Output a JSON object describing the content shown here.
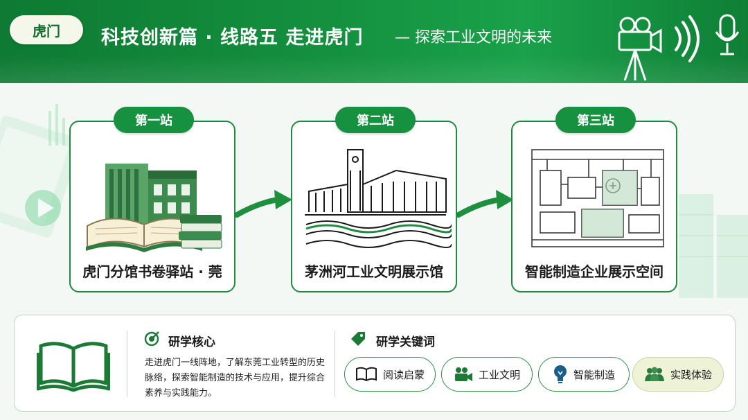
{
  "header": {
    "badge": "虎门",
    "title": "科技创新篇 · 线路五  走进虎门",
    "subtitle": "— 探索工业文明的未来"
  },
  "stations": [
    {
      "tag": "第一站",
      "name": "虎门分馆书卷驿站 · 莞",
      "icon": "library-books-icon"
    },
    {
      "tag": "第二站",
      "name": "茅洲河工业文明展示馆",
      "icon": "industrial-museum-icon"
    },
    {
      "tag": "第三站",
      "name": "智能制造企业展示空间",
      "icon": "factory-machinery-icon"
    }
  ],
  "panel": {
    "core_title": "研学核心",
    "core_text": "走进虎门一线阵地，了解东莞工业转型的历史脉络，探索智能制造的技术与应用，提升综合素养与实践能力。",
    "keywords_title": "研学关键词",
    "keywords": [
      {
        "label": "阅读启蒙",
        "icon": "book-icon"
      },
      {
        "label": "工业文明",
        "icon": "factory-icon"
      },
      {
        "label": "智能制造",
        "icon": "lightbulb-icon"
      },
      {
        "label": "实践体验",
        "icon": "people-icon"
      }
    ]
  },
  "colors": {
    "primary": "#16913f",
    "dark": "#0e7a33",
    "light_bg": "#f3f8f4"
  }
}
